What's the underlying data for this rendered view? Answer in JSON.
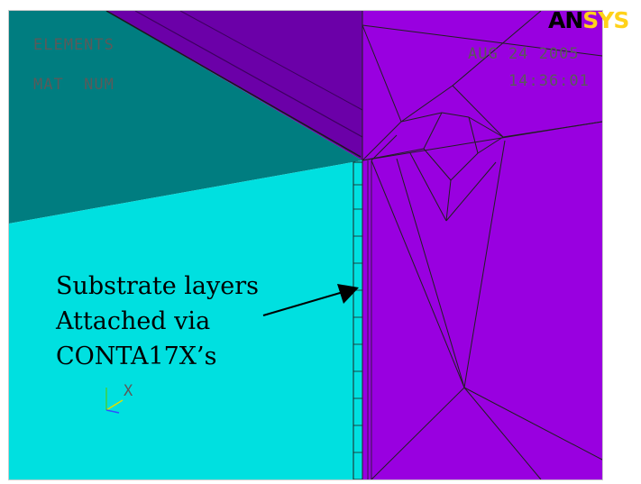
{
  "header": {
    "title": "ELEMENTS",
    "subtitle": "MAT  NUM",
    "date": "AUG 24 2005",
    "time": "14:36:01"
  },
  "logo": {
    "part1": "AN",
    "part2": "SYS",
    "colors": {
      "part1": "#000000",
      "part2": "#ffd21a"
    }
  },
  "annotation": {
    "line1": "Substrate layers",
    "line2": "Attached via",
    "line3": "CONTA17X’s"
  },
  "triad": {
    "axis_x": "X"
  },
  "colors": {
    "background": "#ffffff",
    "substrate_front": "#00e0e0",
    "substrate_top": "#007d80",
    "component": "#9900e0",
    "component_top": "#6b00a8",
    "mesh_lines": "#202020"
  }
}
